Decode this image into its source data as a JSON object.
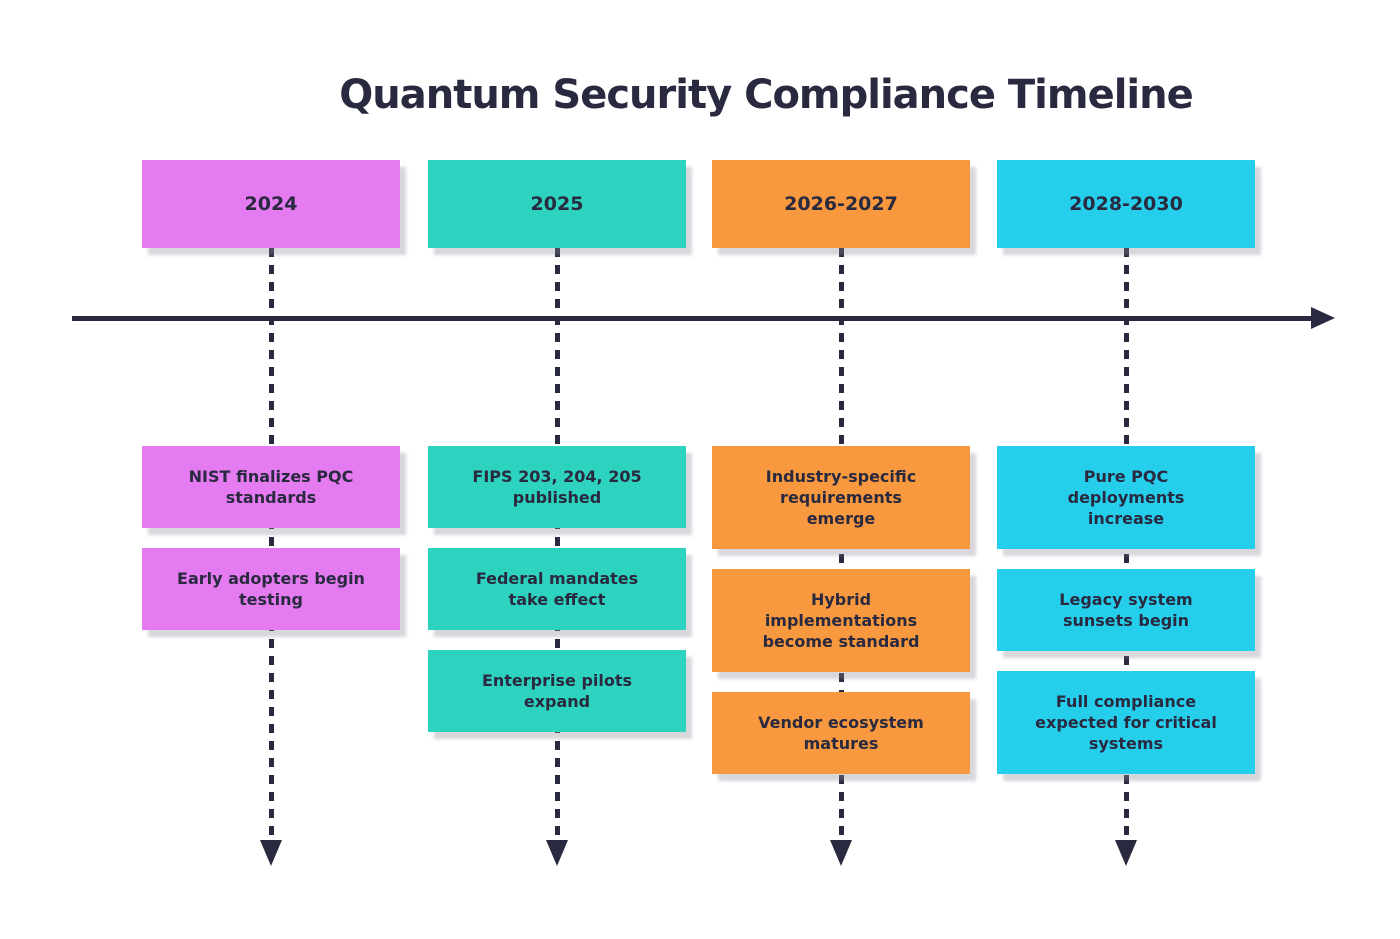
{
  "title": "Quantum Security Compliance Timeline",
  "colors": {
    "ink_navy": "#29293f",
    "period_2024": "#e57bf1",
    "period_2025": "#2ed3bf",
    "period_2026_2027": "#f8993f",
    "period_2028_2030": "#25cfec"
  },
  "axis": {
    "direction": "left-to-right",
    "style": "solid-arrow"
  },
  "columns": [
    {
      "label": "2024",
      "color": "#e57bf1",
      "cards": [
        "NIST finalizes PQC\nstandards",
        "Early adopters begin\ntesting"
      ]
    },
    {
      "label": "2025",
      "color": "#2ed3bf",
      "cards": [
        "FIPS 203, 204, 205\npublished",
        "Federal mandates\ntake effect",
        "Enterprise pilots\nexpand"
      ]
    },
    {
      "label": "2026-2027",
      "color": "#f8993f",
      "cards": [
        "Industry-specific\nrequirements\nemerge",
        "Hybrid\nimplementations\nbecome standard",
        "Vendor ecosystem\nmatures"
      ]
    },
    {
      "label": "2028-2030",
      "color": "#25cfec",
      "cards": [
        "Pure PQC\ndeployments\nincrease",
        "Legacy system\nsunsets begin",
        "Full compliance\nexpected for critical\nsystems"
      ]
    }
  ]
}
